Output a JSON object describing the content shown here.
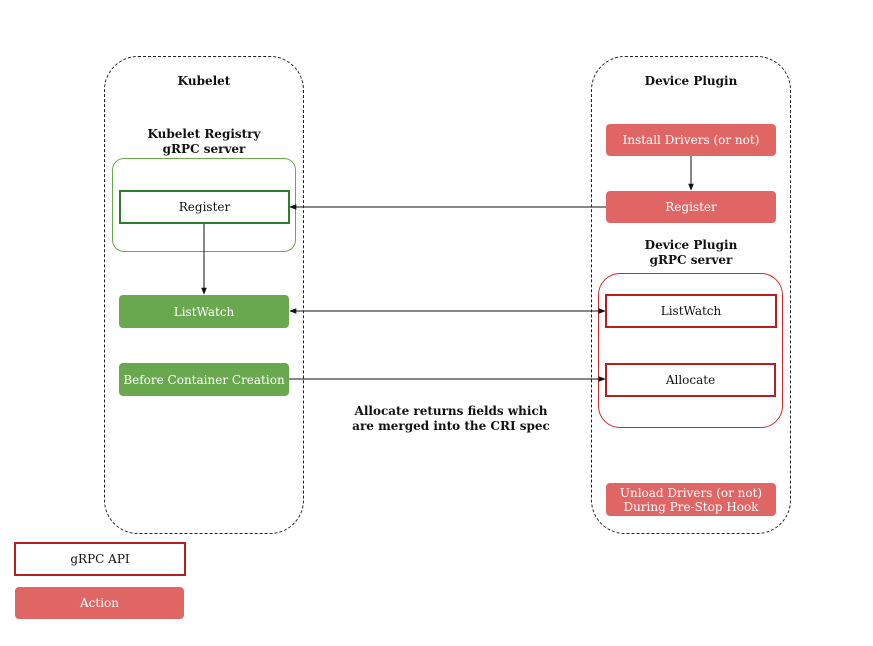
{
  "kubelet": {
    "title": "Kubelet",
    "registry_title": "Kubelet Registry\ngRPC server",
    "register": "Register",
    "listwatch": "ListWatch",
    "before_container": "Before Container Creation"
  },
  "device_plugin": {
    "title": "Device Plugin",
    "install_drivers": "Install Drivers (or not)",
    "register": "Register",
    "server_title": "Device Plugin\ngRPC server",
    "listwatch": "ListWatch",
    "allocate": "Allocate",
    "unload_drivers": "Unload Drivers (or not)\nDuring Pre-Stop Hook"
  },
  "note": "Allocate returns fields which\nare merged into the CRI spec",
  "legend": {
    "api": "gRPC API",
    "action": "Action"
  },
  "colors": {
    "action_red": "#e06666",
    "action_green": "#6aa84f",
    "api_border_red": "#b51f24",
    "api_border_green": "#2f7d2a"
  }
}
